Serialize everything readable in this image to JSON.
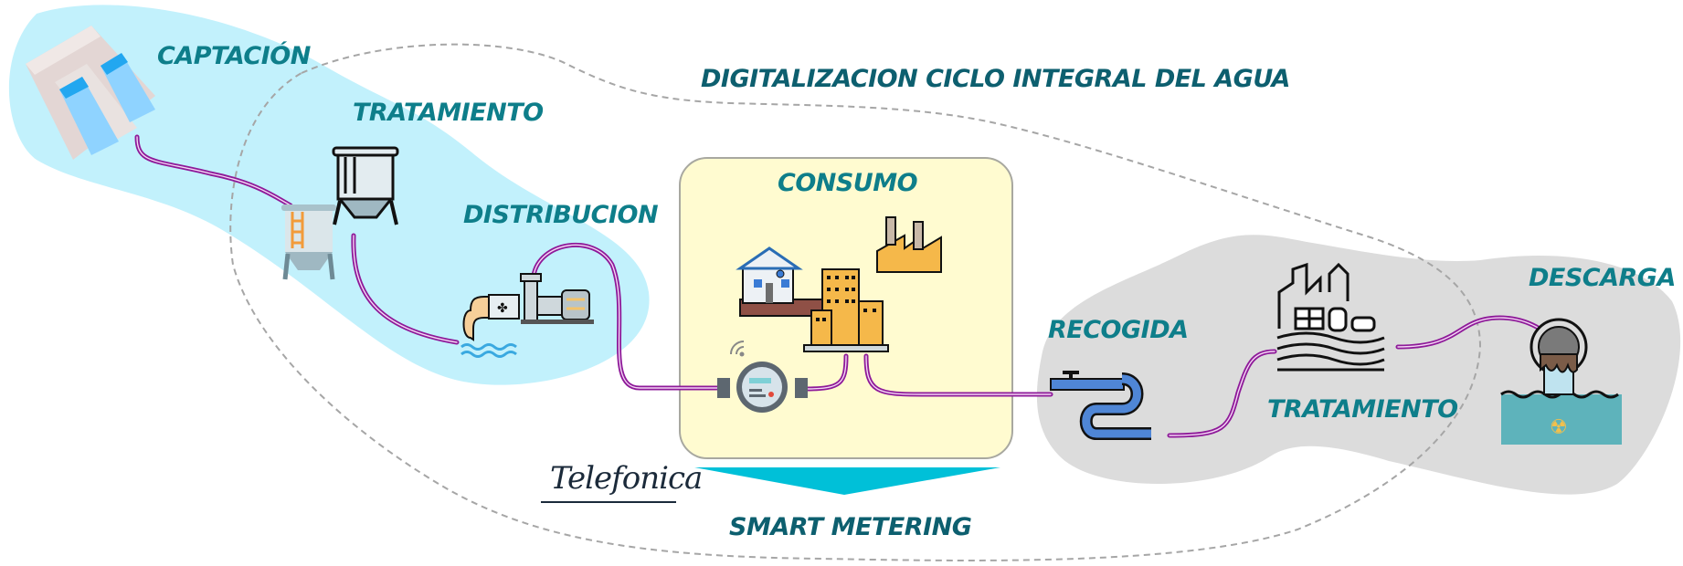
{
  "title": "DIGITALIZACION CICLO INTEGRAL DEL AGUA",
  "stages": {
    "captacion": "CAPTACIÓN",
    "tratamiento_potable": "TRATAMIENTO",
    "distribucion": "DISTRIBUCION",
    "consumo": "CONSUMO",
    "recogida": "RECOGIDA",
    "tratamiento_residual": "TRATAMIENTO",
    "descarga": "DESCARGA"
  },
  "smart_metering_label": "SMART METERING",
  "logo_text": "Telefonica",
  "colors": {
    "supply_zone": "#c2f1fc",
    "consumo_box": "#fffbd0",
    "wastewater_zone": "#dcdcdc",
    "pipe": "#8e1a99",
    "arrow": "#00c0d8",
    "label": "#0e7e8a",
    "title": "#0d5f6f"
  },
  "icons": {
    "dam": "dam-icon",
    "tank_1": "treatment-tank-icon",
    "tank_2": "treatment-tank-icon",
    "pump": "water-pump-icon",
    "buildings": "city-buildings-icon",
    "meter": "smart-water-meter-icon",
    "sewer": "sewer-pipes-icon",
    "plant": "wastewater-plant-icon",
    "discharge": "discharge-outfall-icon"
  }
}
